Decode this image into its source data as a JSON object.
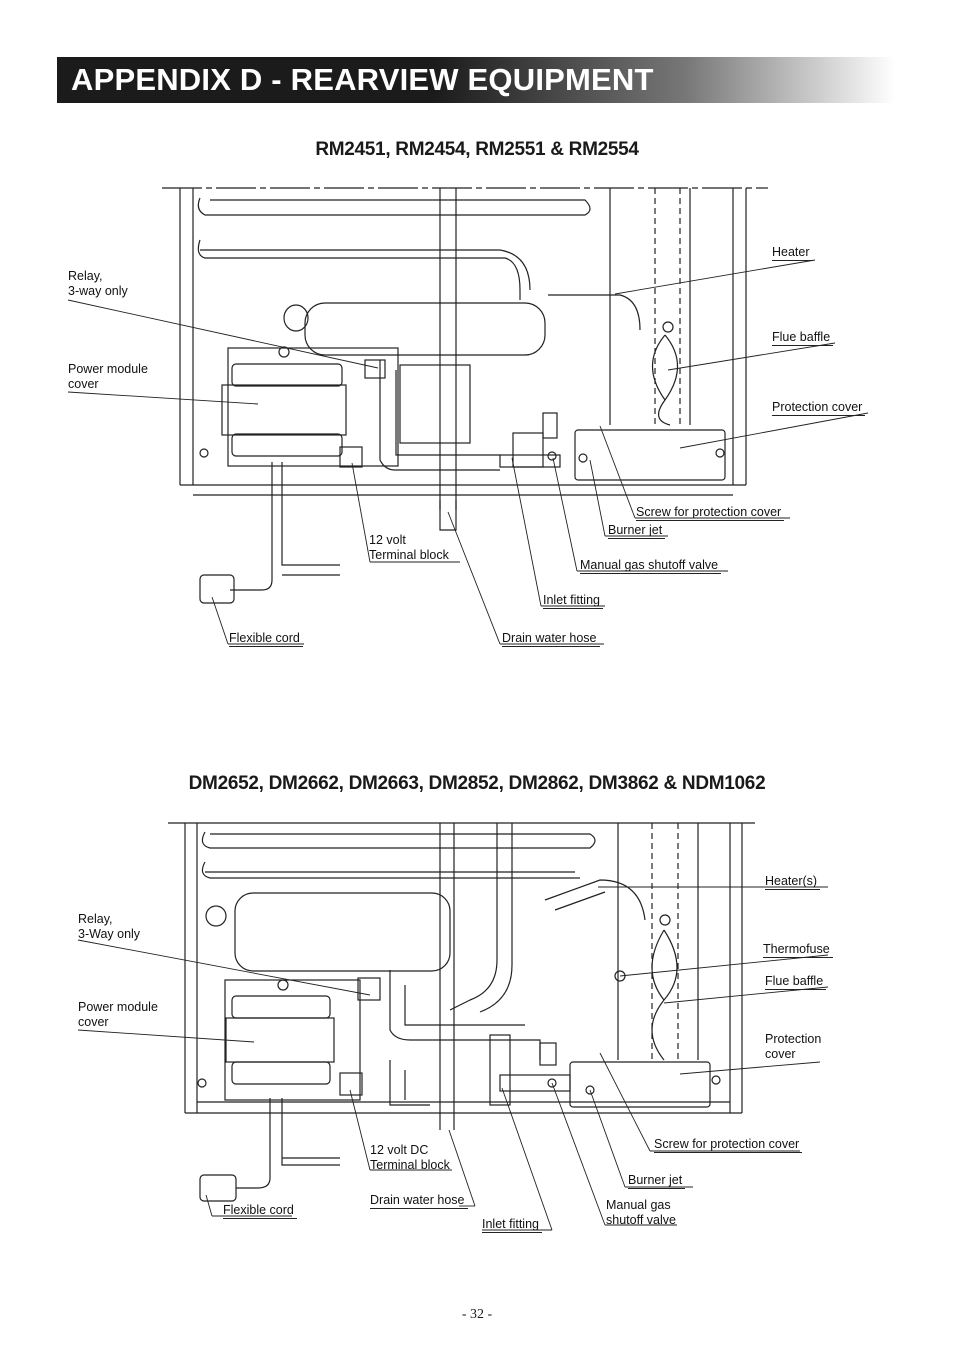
{
  "header": {
    "title": "APPENDIX D - REARVIEW EQUIPMENT"
  },
  "section1": {
    "heading": "RM2451, RM2454, RM2551 & RM2554",
    "labels": {
      "heater": "Heater",
      "relay": "Relay,\n3-way only",
      "flue_baffle": "Flue baffle",
      "power_module_cover": "Power module\ncover",
      "protection_cover": "Protection cover",
      "screw_protection_cover": "Screw for protection cover",
      "burner_jet": "Burner jet",
      "terminal_block": "12 volt\nTerminal block",
      "manual_gas_valve": "Manual gas shutoff valve",
      "inlet_fitting": "Inlet fitting",
      "flexible_cord": "Flexible cord",
      "drain_water_hose": "Drain water hose"
    }
  },
  "section2": {
    "heading": "DM2652, DM2662, DM2663, DM2852, DM2862, DM3862 & NDM1062",
    "labels": {
      "heaters": "Heater(s)",
      "relay": "Relay,\n3-Way only",
      "thermofuse": "Thermofuse",
      "flue_baffle": "Flue baffle",
      "power_module_cover": "Power module\ncover",
      "protection_cover": "Protection\ncover",
      "screw_protection_cover": "Screw for protection cover",
      "terminal_block": "12 volt DC\nTerminal block",
      "burner_jet": "Burner jet",
      "drain_water_hose": "Drain water hose",
      "manual_gas_valve": "Manual gas\nshutoff valve",
      "flexible_cord": "Flexible cord",
      "inlet_fitting": "Inlet fitting"
    }
  },
  "footer": {
    "page_number": "- 32 -"
  }
}
